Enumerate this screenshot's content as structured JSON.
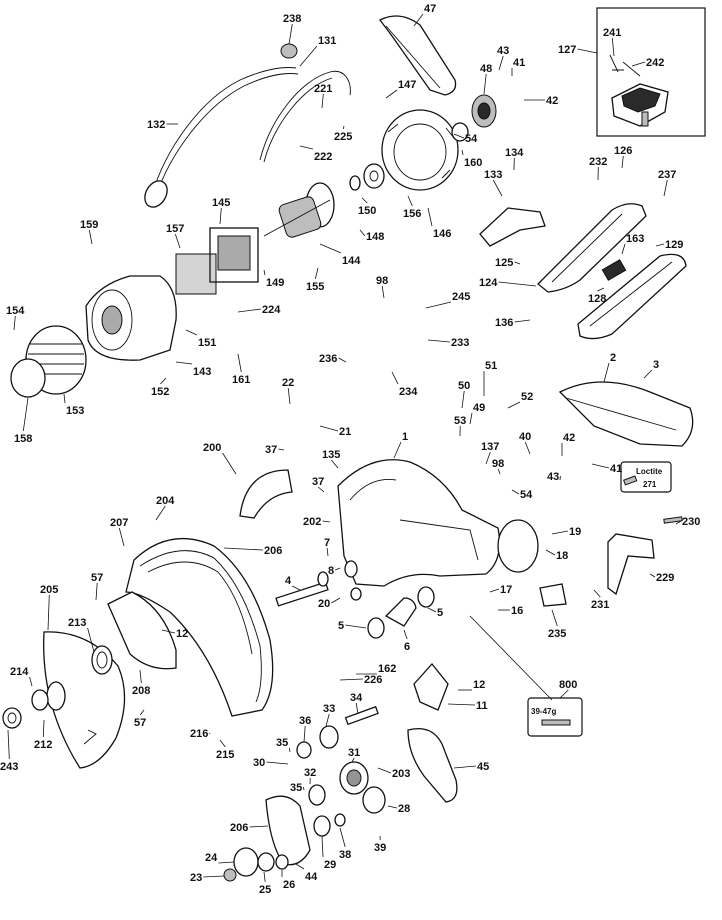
{
  "part_numbers": [
    "238",
    "131",
    "47",
    "43",
    "41",
    "241",
    "127",
    "242",
    "42",
    "48",
    "147",
    "221",
    "132",
    "225",
    "54",
    "222",
    "134",
    "160",
    "133",
    "232",
    "126",
    "237",
    "156",
    "146",
    "150",
    "148",
    "145",
    "157",
    "159",
    "144",
    "163",
    "129",
    "125",
    "149",
    "155",
    "124",
    "128",
    "98",
    "245",
    "154",
    "224",
    "233",
    "151",
    "136",
    "161",
    "143",
    "236",
    "234",
    "2",
    "3",
    "152",
    "153",
    "158",
    "22",
    "51",
    "50",
    "52",
    "49",
    "53",
    "21",
    "37",
    "1",
    "40",
    "200",
    "135",
    "137",
    "98",
    "41",
    "54",
    "43",
    "42",
    "37",
    "204",
    "202",
    "19",
    "207",
    "206",
    "230",
    "7",
    "18",
    "8",
    "57",
    "4",
    "17",
    "229",
    "205",
    "12",
    "20",
    "5",
    "5",
    "16",
    "213",
    "6",
    "231",
    "235",
    "214",
    "208",
    "162",
    "226",
    "800",
    "12",
    "11",
    "212",
    "57",
    "34",
    "33",
    "36",
    "216",
    "215",
    "243",
    "35",
    "31",
    "45",
    "30",
    "32",
    "203",
    "35",
    "28",
    "206",
    "39",
    "38",
    "24",
    "23",
    "29",
    "44",
    "25",
    "26"
  ],
  "callouts": {
    "loctite_label": "Loctite",
    "loctite_number": "271",
    "kit_grams": "39-47g"
  }
}
